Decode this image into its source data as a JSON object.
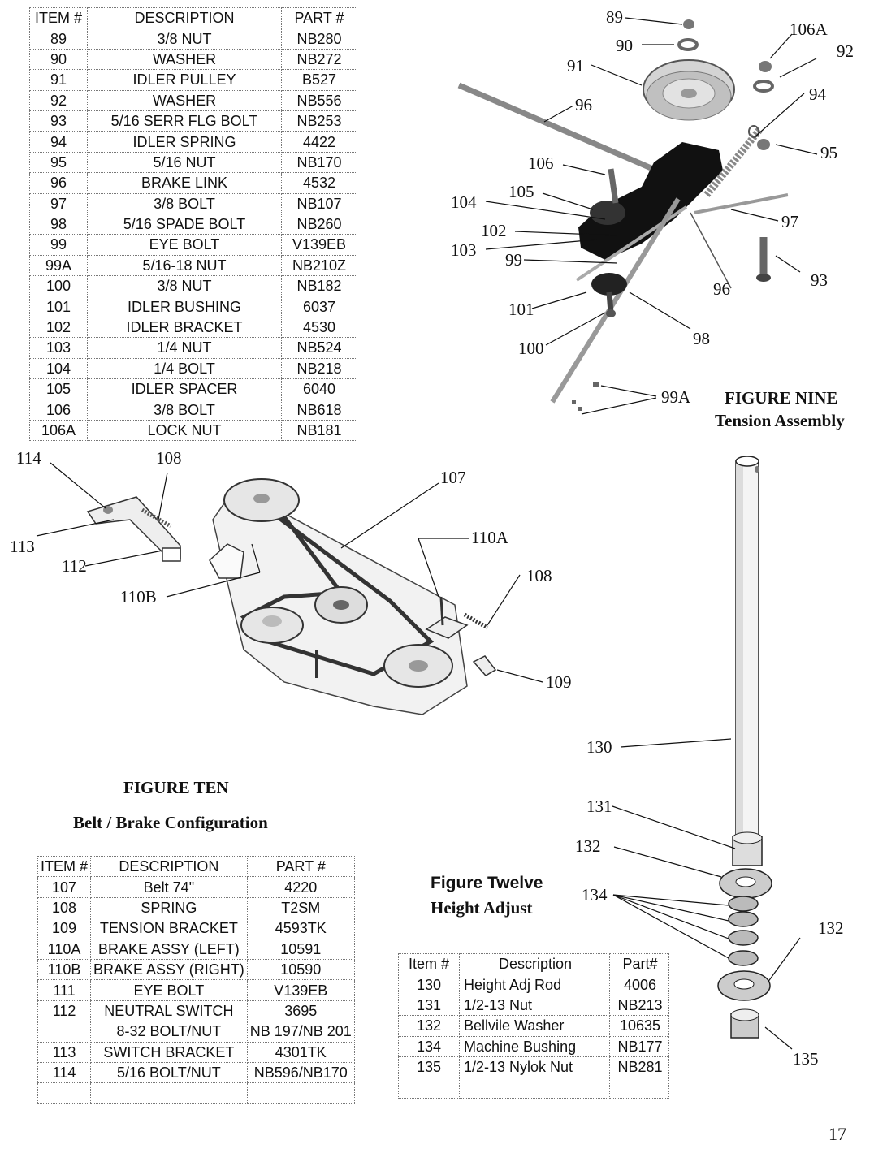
{
  "table1": {
    "headers": [
      "ITEM #",
      "DESCRIPTION",
      "PART #"
    ],
    "rows": [
      [
        "89",
        "3/8 NUT",
        "NB280"
      ],
      [
        "90",
        "WASHER",
        "NB272"
      ],
      [
        "91",
        "IDLER PULLEY",
        "B527"
      ],
      [
        "92",
        "WASHER",
        "NB556"
      ],
      [
        "93",
        "5/16 SERR FLG BOLT",
        "NB253"
      ],
      [
        "94",
        "IDLER SPRING",
        "4422"
      ],
      [
        "95",
        "5/16 NUT",
        "NB170"
      ],
      [
        "96",
        "BRAKE LINK",
        "4532"
      ],
      [
        "97",
        "3/8 BOLT",
        "NB107"
      ],
      [
        "98",
        "5/16 SPADE BOLT",
        "NB260"
      ],
      [
        "99",
        "EYE BOLT",
        "V139EB"
      ],
      [
        "99A",
        "5/16-18 NUT",
        "NB210Z"
      ],
      [
        "100",
        "3/8 NUT",
        "NB182"
      ],
      [
        "101",
        "IDLER BUSHING",
        "6037"
      ],
      [
        "102",
        "IDLER BRACKET",
        "4530"
      ],
      [
        "103",
        "1/4 NUT",
        "NB524"
      ],
      [
        "104",
        "1/4 BOLT",
        "NB218"
      ],
      [
        "105",
        "IDLER SPACER",
        "6040"
      ],
      [
        "106",
        "3/8 BOLT",
        "NB618"
      ],
      [
        "106A",
        "LOCK NUT",
        "NB181"
      ]
    ]
  },
  "table2": {
    "headers": [
      "ITEM #",
      "DESCRIPTION",
      "PART #"
    ],
    "rows": [
      [
        "107",
        "Belt 74\"",
        "4220"
      ],
      [
        "108",
        "SPRING",
        "T2SM"
      ],
      [
        "109",
        "TENSION BRACKET",
        "4593TK"
      ],
      [
        "110A",
        "BRAKE ASSY (LEFT)",
        "10591"
      ],
      [
        "110B",
        "BRAKE ASSY (RIGHT)",
        "10590"
      ],
      [
        "111",
        "EYE BOLT",
        "V139EB"
      ],
      [
        "112",
        "NEUTRAL SWITCH",
        "3695"
      ],
      [
        "",
        "8-32 BOLT/NUT",
        "NB 197/NB 201"
      ],
      [
        "113",
        "SWITCH BRACKET",
        "4301TK"
      ],
      [
        "114",
        "5/16 BOLT/NUT",
        "NB596/NB170"
      ],
      [
        "",
        "",
        ""
      ]
    ]
  },
  "table3": {
    "headers": [
      "Item #",
      "Description",
      "Part#"
    ],
    "rows": [
      [
        "130",
        "Height Adj Rod",
        "4006"
      ],
      [
        "131",
        "1/2-13 Nut",
        "NB213"
      ],
      [
        "132",
        "Bellvile Washer",
        "10635"
      ],
      [
        "134",
        "Machine Bushing",
        "NB177"
      ],
      [
        "135",
        "1/2-13 Nylok Nut",
        "NB281"
      ],
      [
        "",
        "",
        ""
      ]
    ]
  },
  "figure_nine": {
    "title": "FIGURE NINE",
    "subtitle": "Tension Assembly",
    "callouts": [
      "89",
      "90",
      "106A",
      "92",
      "91",
      "94",
      "96",
      "95",
      "106",
      "105",
      "104",
      "97",
      "102",
      "103",
      "99",
      "96",
      "93",
      "101",
      "98",
      "100",
      "99A"
    ]
  },
  "figure_ten": {
    "title": "FIGURE TEN",
    "subtitle": "Belt / Brake Configuration",
    "callouts": [
      "114",
      "108",
      "107",
      "113",
      "110A",
      "112",
      "108",
      "110B",
      "109"
    ]
  },
  "figure_twelve": {
    "title": "Figure Twelve",
    "subtitle": "Height Adjust",
    "callouts": [
      "130",
      "131",
      "132",
      "134",
      "132",
      "135"
    ]
  },
  "page_number": "17"
}
